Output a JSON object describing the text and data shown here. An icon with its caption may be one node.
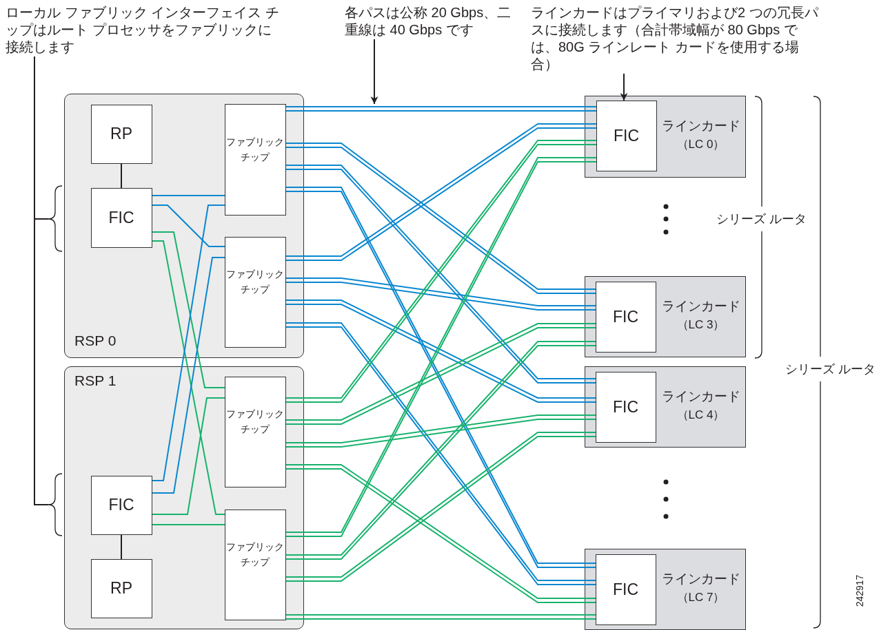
{
  "diagram": {
    "nodes": [
      {
        "text": [
          "ローカル ファブリック インターフェイス チップはルート プロセッサをファブリックに接続します"
        ]
      },
      {
        "text": [
          "各パスは公称 20 Gbps、二重線は 40 Gbps です"
        ]
      },
      {
        "text": [
          "ラインカードはプライマリおよび2 つの冗長パスに接続します（合計帯域幅が 80 Gbps では、80G ラインレート カードを使用する場合）"
        ]
      },
      {
        "text": [
          "RSP 0"
        ]
      },
      {
        "text": [
          "RP"
        ],
        "in": 3
      },
      {
        "text": [
          "FIC"
        ],
        "in": 3
      },
      {
        "text": [
          "ファブリックチップ"
        ],
        "in": 3
      },
      {
        "text": [
          "ファブリックチップ"
        ],
        "in": 3
      },
      {
        "text": [
          "RSP 1"
        ]
      },
      {
        "text": [
          "ファブリックチップ"
        ],
        "in": 8
      },
      {
        "text": [
          "ファブリックチップ"
        ],
        "in": 8
      },
      {
        "text": [
          "FIC"
        ],
        "in": 8
      },
      {
        "text": [
          "RP"
        ],
        "in": 8
      },
      {
        "text": [
          "ラインカード",
          "（LC 0）"
        ]
      },
      {
        "text": [
          "FIC"
        ],
        "in": 13
      },
      {
        "text": [
          "ラインカード",
          "（LC 3）"
        ]
      },
      {
        "text": [
          "FIC"
        ],
        "in": 15
      },
      {
        "text": [
          "ラインカード",
          "（LC 4）"
        ]
      },
      {
        "text": [
          "FIC"
        ],
        "in": 17
      },
      {
        "text": [
          "ラインカード",
          "（LC 7）"
        ]
      },
      {
        "text": [
          "FIC"
        ],
        "in": 19
      }
    ],
    "edges": [
      {
        "from": 1,
        "to": null,
        "arrow": "to",
        "color": "#231f20"
      },
      {
        "from": 2,
        "to": 14,
        "arrow": "to",
        "color": "#231f20"
      },
      {
        "from": 0,
        "to": 5,
        "arrow": "none",
        "color": "#231f20"
      },
      {
        "from": 0,
        "to": 11,
        "arrow": "none",
        "color": "#231f20"
      },
      {
        "from": 4,
        "to": 5,
        "arrow": "none",
        "color": "#231f20"
      },
      {
        "from": 12,
        "to": 11,
        "arrow": "none",
        "color": "#231f20"
      },
      {
        "from": 5,
        "to": 6,
        "arrow": "none",
        "color": "#0a87cf"
      },
      {
        "from": 5,
        "to": 7,
        "arrow": "none",
        "color": "#0a87cf"
      },
      {
        "from": 5,
        "to": 9,
        "arrow": "none",
        "color": "#17b26c"
      },
      {
        "from": 5,
        "to": 10,
        "arrow": "none",
        "color": "#17b26c"
      },
      {
        "from": 11,
        "to": 6,
        "arrow": "none",
        "color": "#0a87cf"
      },
      {
        "from": 11,
        "to": 7,
        "arrow": "none",
        "color": "#0a87cf"
      },
      {
        "from": 11,
        "to": 9,
        "arrow": "none",
        "color": "#17b26c"
      },
      {
        "from": 11,
        "to": 10,
        "arrow": "none",
        "color": "#17b26c"
      },
      {
        "from": 6,
        "to": 14,
        "arrow": "none",
        "color": "#0a87cf"
      },
      {
        "from": 6,
        "to": 16,
        "arrow": "none",
        "color": "#0a87cf"
      },
      {
        "from": 6,
        "to": 18,
        "arrow": "none",
        "color": "#0a87cf"
      },
      {
        "from": 6,
        "to": 20,
        "arrow": "none",
        "color": "#0a87cf"
      },
      {
        "from": 7,
        "to": 14,
        "arrow": "none",
        "color": "#0a87cf"
      },
      {
        "from": 7,
        "to": 16,
        "arrow": "none",
        "color": "#0a87cf"
      },
      {
        "from": 7,
        "to": 18,
        "arrow": "none",
        "color": "#0a87cf"
      },
      {
        "from": 7,
        "to": 20,
        "arrow": "none",
        "color": "#0a87cf"
      },
      {
        "from": 9,
        "to": 14,
        "arrow": "none",
        "color": "#17b26c"
      },
      {
        "from": 9,
        "to": 16,
        "arrow": "none",
        "color": "#17b26c"
      },
      {
        "from": 9,
        "to": 18,
        "arrow": "none",
        "color": "#17b26c"
      },
      {
        "from": 9,
        "to": 20,
        "arrow": "none",
        "color": "#17b26c"
      },
      {
        "from": 10,
        "to": 14,
        "arrow": "none",
        "color": "#17b26c"
      },
      {
        "from": 10,
        "to": 16,
        "arrow": "none",
        "color": "#17b26c"
      },
      {
        "from": 10,
        "to": 18,
        "arrow": "none",
        "color": "#17b26c"
      },
      {
        "from": 10,
        "to": 20,
        "arrow": "none",
        "color": "#17b26c"
      }
    ],
    "labels": [
      "シリーズ ルータ",
      "シリーズ ルータ",
      "242917"
    ]
  }
}
